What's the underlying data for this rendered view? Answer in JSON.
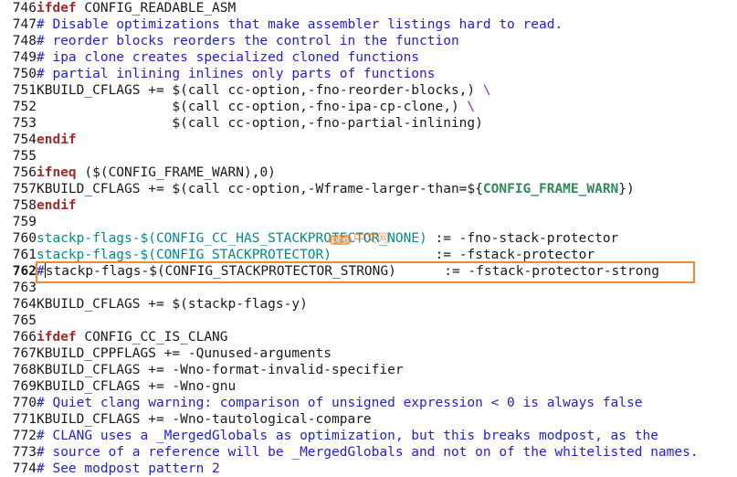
{
  "lines": {
    "l746": {
      "num": "746",
      "kw": "ifdef",
      "rest": " CONFIG_READABLE_ASM"
    },
    "l747": {
      "num": "747",
      "text": "# Disable optimizations that make assembler listings hard to read."
    },
    "l748": {
      "num": "748",
      "text": "# reorder blocks reorders the control in the function"
    },
    "l749": {
      "num": "749",
      "text": "# ipa clone creates specialized cloned functions"
    },
    "l750": {
      "num": "750",
      "text": "# partial inlining inlines only parts of functions"
    },
    "l751": {
      "num": "751",
      "text": "KBUILD_CFLAGS += $(call cc-option,-fno-reorder-blocks,) ",
      "bs": "\\"
    },
    "l752": {
      "num": "752",
      "text": "                 $(call cc-option,-fno-ipa-cp-clone,) ",
      "bs": "\\"
    },
    "l753": {
      "num": "753",
      "text": "                 $(call cc-option,-fno-partial-inlining)"
    },
    "l754": {
      "num": "754",
      "kw": "endif"
    },
    "l755": {
      "num": "755"
    },
    "l756": {
      "num": "756",
      "kw": "ifneq",
      "rest": " ($(CONFIG_FRAME_WARN),0)"
    },
    "l757": {
      "num": "757",
      "pre": "KBUILD_CFLAGS += $(call cc-option,-Wframe-larger-than=${",
      "var": "CONFIG_FRAME_WARN",
      "post": "})"
    },
    "l758": {
      "num": "758",
      "kw": "endif"
    },
    "l759": {
      "num": "759"
    },
    "l760": {
      "num": "760",
      "teal": "stackp-flags-$(CONFIG_CC_HAS_STACKPROTECTOR_NONE)",
      "rest": " := -fno-stack-protector"
    },
    "l761": {
      "num": "761",
      "teal": "stackp-flags-$(CONFIG_STACKPROTECTOR)",
      "rest": "             := -fstack-protector"
    },
    "l762": {
      "num": "762",
      "hash": "#",
      "text": "stackp-flags-$(CONFIG_STACKPROTECTOR_STRONG)      := -fstack-protector-strong"
    },
    "l763": {
      "num": "763"
    },
    "l764": {
      "num": "764",
      "text": "KBUILD_CFLAGS += $(stackp-flags-y)"
    },
    "l765": {
      "num": "765"
    },
    "l766": {
      "num": "766",
      "kw": "ifdef",
      "rest": " CONFIG_CC_IS_CLANG"
    },
    "l767": {
      "num": "767",
      "text": "KBUILD_CPPFLAGS += -Qunused-arguments"
    },
    "l768": {
      "num": "768",
      "text": "KBUILD_CFLAGS += -Wno-format-invalid-specifier"
    },
    "l769": {
      "num": "769",
      "text": "KBUILD_CFLAGS += -Wno-gnu"
    },
    "l770": {
      "num": "770",
      "text": "# Quiet clang warning: comparison of unsigned expression < 0 is always false"
    },
    "l771": {
      "num": "771",
      "text": "KBUILD_CFLAGS += -Wno-tautological-compare"
    },
    "l772": {
      "num": "772",
      "text": "# CLANG uses a _MergedGlobals as optimization, but this breaks modpost, as the"
    },
    "l773": {
      "num": "773",
      "text": "# source of a reference will be _MergedGlobals and not on of the whitelisted names."
    },
    "l774": {
      "num": "774",
      "text": "# See modpost pattern 2"
    }
  },
  "watermark": {
    "badge": "php",
    "text": "中文网"
  },
  "colors": {
    "highlight": "#f08a2c",
    "keyword": "#a52a2a",
    "comment": "#1f1fd6",
    "variable": "#008b8b"
  }
}
